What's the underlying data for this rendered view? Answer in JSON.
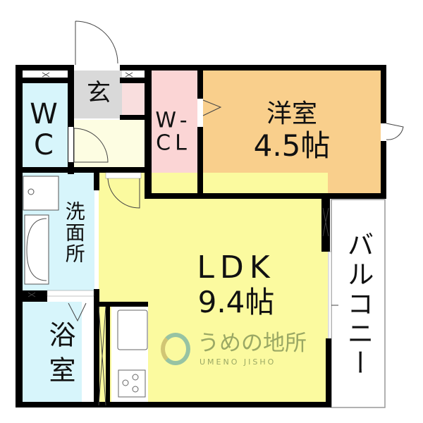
{
  "rooms": {
    "entrance": "玄",
    "wc": "WC",
    "walk_in_closet": "W-\nCL",
    "western_room": {
      "name": "洋室",
      "size": "4.5帖"
    },
    "washroom": "洗面所",
    "ldk": {
      "name": "LDK",
      "size": "9.4帖"
    },
    "bath": "浴室",
    "balcony": "バルコニー"
  },
  "logo": {
    "main": "うめの地所",
    "sub": "UMENO JISHO"
  },
  "colors": {
    "wall": "#000000",
    "entrance": "#d9d9d9",
    "wc": "#d7f5fb",
    "hall": "#fdfde2",
    "closet": "#fbd5d5",
    "western_room": "#f9cf8c",
    "ldk": "#fbfa9f",
    "balcony": "#ffffff"
  }
}
